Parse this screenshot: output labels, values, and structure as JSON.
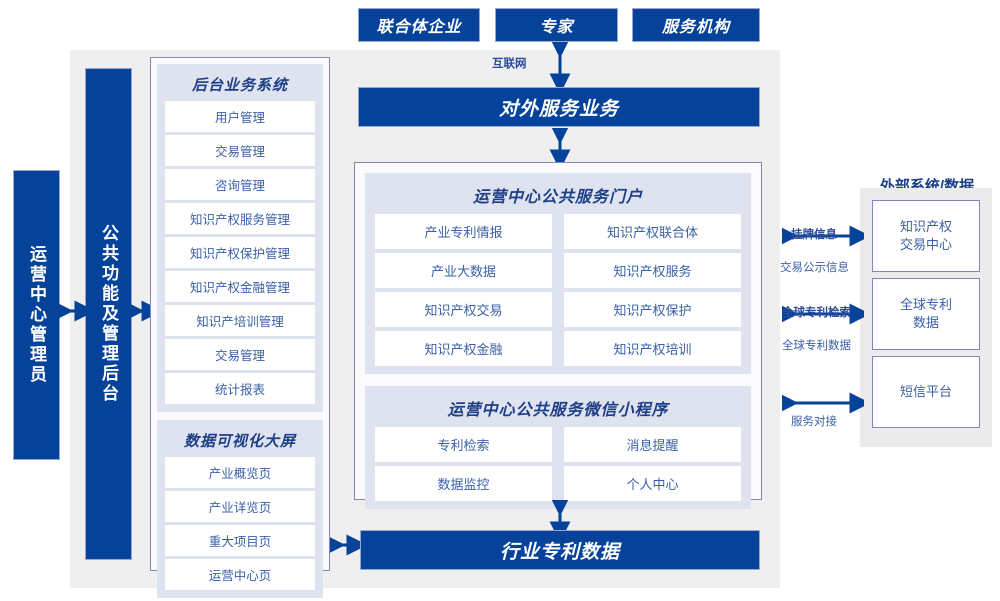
{
  "accent_blue": "#05429a",
  "panel_bg": "#dfe3f0",
  "stage_bg": "#efefef",
  "text_blue": "#3a5fa8",
  "top_actors": [
    {
      "label": "联合体企业"
    },
    {
      "label": "专家"
    },
    {
      "label": "服务机构"
    }
  ],
  "internet_label": "互联网",
  "service_bar": {
    "label": "对外服务业务"
  },
  "bottom_bar": {
    "label": "行业专利数据"
  },
  "left_rails": [
    {
      "label": "运营中心管理员"
    },
    {
      "label": "公共功能及管理后台"
    }
  ],
  "backoffice": {
    "title": "后台业务系统",
    "items": [
      {
        "label": "用户管理"
      },
      {
        "label": "交易管理"
      },
      {
        "label": "咨询管理"
      },
      {
        "label": "知识产权服务管理"
      },
      {
        "label": "知识产权保护管理"
      },
      {
        "label": "知识产权金融管理"
      },
      {
        "label": "知识产培训管理"
      },
      {
        "label": "交易管理"
      },
      {
        "label": "统计报表"
      }
    ]
  },
  "dataviz": {
    "title": "数据可视化大屏",
    "items": [
      {
        "label": "产业概览页"
      },
      {
        "label": "产业详览页"
      },
      {
        "label": "重大项目页"
      },
      {
        "label": "运营中心页"
      }
    ]
  },
  "portal": {
    "title": "运营中心公共服务门户",
    "items": [
      {
        "label": "产业专利情报"
      },
      {
        "label": "知识产权联合体"
      },
      {
        "label": "产业大数据"
      },
      {
        "label": "知识产权服务"
      },
      {
        "label": "知识产权交易"
      },
      {
        "label": "知识产权保护"
      },
      {
        "label": "知识产权金融"
      },
      {
        "label": "知识产权培训"
      }
    ]
  },
  "miniprogram": {
    "title": "运营中心公共服务微信小程序",
    "items": [
      {
        "label": "专利检索"
      },
      {
        "label": "消息提醒"
      },
      {
        "label": "数据监控"
      },
      {
        "label": "个人中心"
      }
    ]
  },
  "external": {
    "title": "外部系统/数据",
    "boxes": [
      {
        "label": "知识产权\n交易中心",
        "line1": "知识产权",
        "line2": "交易中心"
      },
      {
        "label": "全球专利\n数据",
        "line1": "全球专利",
        "line2": "数据"
      },
      {
        "label": "短信平台",
        "line1": "短信平台",
        "line2": ""
      }
    ],
    "connector_labels": [
      {
        "above": "挂牌信息",
        "below": "交易公示信息"
      },
      {
        "above": "全球专利检索",
        "below": "全球专利数据"
      },
      {
        "above": "",
        "below": "服务对接"
      }
    ]
  }
}
